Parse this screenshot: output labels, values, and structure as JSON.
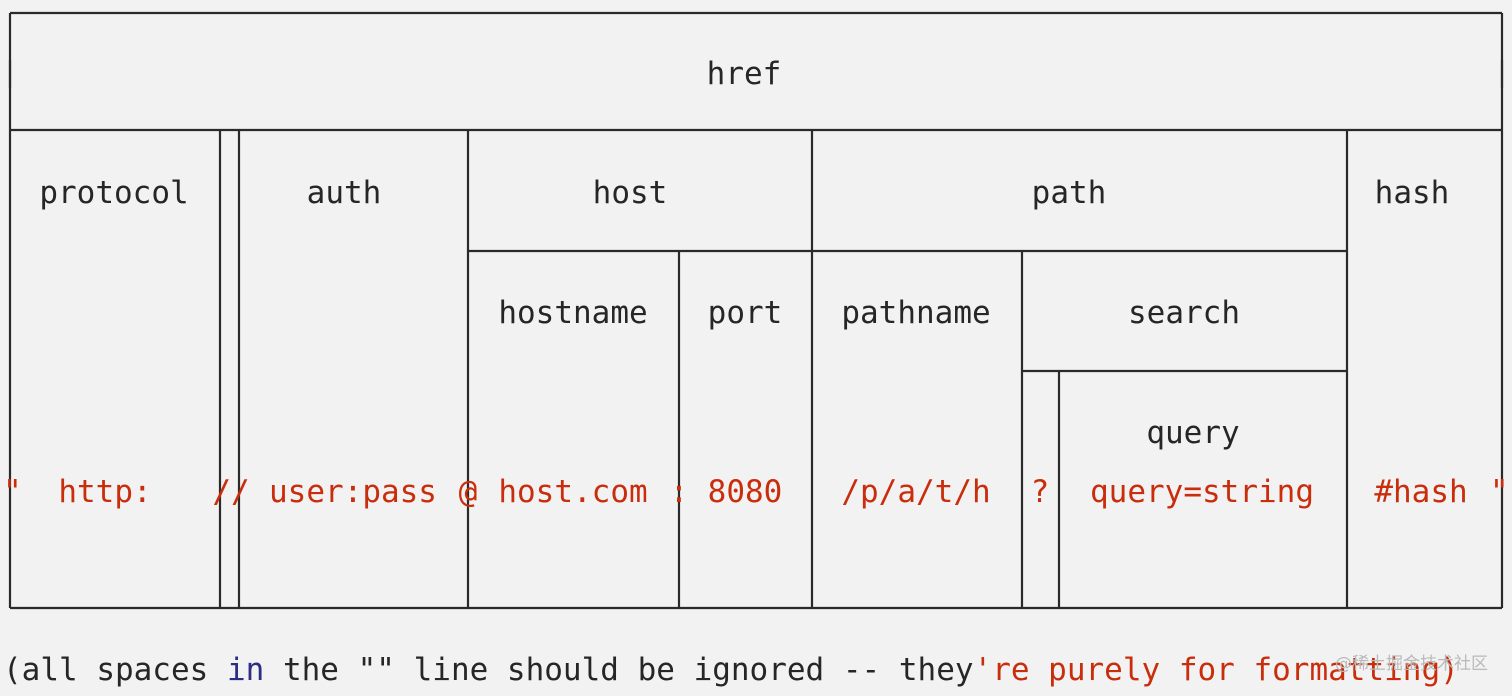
{
  "diagram": {
    "labels": {
      "href": "href",
      "protocol": "protocol",
      "auth": "auth",
      "host": "host",
      "path": "path",
      "hash": "hash",
      "hostname": "hostname",
      "port": "port",
      "pathname": "pathname",
      "search": "search",
      "query": "query"
    },
    "url_line": {
      "open_quote": "\"",
      "protocol": "http:",
      "slashes": "//",
      "auth": "user:pass",
      "at": "@",
      "hostname": "host.com",
      "colon": ":",
      "port": "8080",
      "pathname": "/p/a/t/h",
      "question": "?",
      "query": "query=string",
      "hash": "#hash",
      "close_quote": "\""
    },
    "note": {
      "part1": "(all spaces ",
      "part2": "in",
      "part3": " the ",
      "part4": "\"\"",
      "part5": " line should be ignored -- they",
      "part6": "'re purely for formatting)"
    },
    "watermark": "@稀土掘金技术社区",
    "colors": {
      "background": "#f2f2f2",
      "line": "#2a2a2a",
      "url_text": "#c92d0c",
      "keyword": "#2c2d86"
    }
  }
}
